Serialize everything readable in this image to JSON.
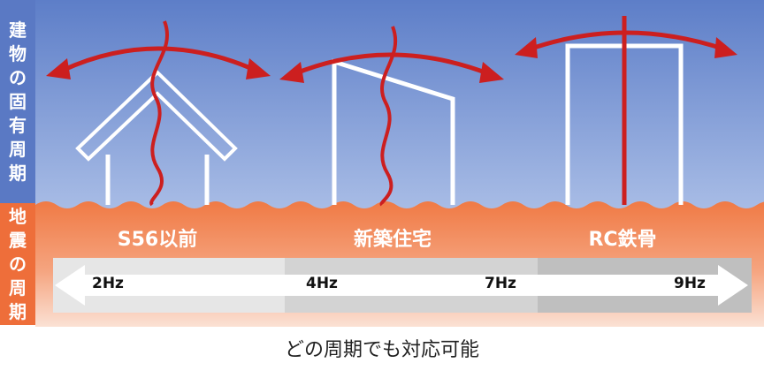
{
  "side_labels": {
    "building": [
      "建",
      "物",
      "の",
      "固",
      "有",
      "周",
      "期"
    ],
    "ground": [
      "地",
      "震",
      "の",
      "周",
      "期"
    ]
  },
  "building_types": [
    {
      "label": "S56以前",
      "icon": "old-gable-house-icon"
    },
    {
      "label": "新築住宅",
      "icon": "new-sloped-house-icon"
    },
    {
      "label": "RC鉄骨",
      "icon": "tall-rc-building-icon"
    }
  ],
  "frequency_scale": {
    "ticks": [
      "2Hz",
      "4Hz",
      "7Hz",
      "9Hz"
    ]
  },
  "caption": "どの周期でも対応可能",
  "colors": {
    "sky_top": "#5d7ec8",
    "sky_bottom": "#a9bde6",
    "ground_top": "#f07a45",
    "ground_bottom": "#f9d2bf",
    "label_building_bg": "#5a79c4",
    "label_ground_bg": "#ee6e3a",
    "sway_arrow": "#cc1f1f",
    "outline": "#ffffff",
    "scale_band": "#d8d8d8"
  }
}
